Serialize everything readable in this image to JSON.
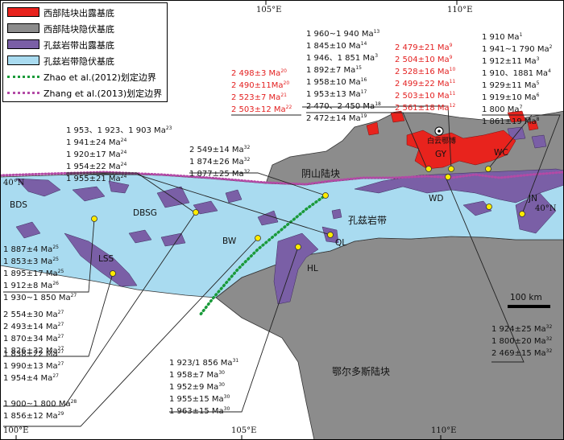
{
  "legend": [
    {
      "label": "西部陆块出露基底",
      "kind": "swatch",
      "color": "#e8231d"
    },
    {
      "label": "西部陆块隐伏基底",
      "kind": "swatch",
      "color": "#8c8c8c"
    },
    {
      "label": "孔兹岩带出露基底",
      "kind": "swatch",
      "color": "#7a5fa6"
    },
    {
      "label": "孔兹岩带隐伏基底",
      "kind": "swatch",
      "color": "#a9dbf0"
    },
    {
      "label": "Zhao et al.(2012)划定边界",
      "kind": "line",
      "color": "#1a9a3a"
    },
    {
      "label": "Zhang et al.(2013)划定边界",
      "kind": "line",
      "color": "#b34aa6"
    }
  ],
  "coords": {
    "top_105": "105°E",
    "top_110": "110°E",
    "bot_100": "100°E",
    "bot_105": "105°E",
    "bot_110": "110°E",
    "lat_left": "40°N",
    "lat_right": "40°N"
  },
  "regions": {
    "yinshan": "阴山陆块",
    "khondalite": "孔兹岩带",
    "ordos": "鄂尔多斯陆块",
    "baiyunebo": "白云鄂博"
  },
  "places": {
    "BDS": "BDS",
    "DBSG": "DBSG",
    "LSS": "LSS",
    "BW": "BW",
    "QL": "QL",
    "HL": "HL",
    "WD": "WD",
    "JN": "JN",
    "WC": "WC",
    "GY": "GY"
  },
  "scale": {
    "label": "100 km"
  },
  "ages": {
    "g13": [
      [
        "1 960~1 940 Ma",
        "13"
      ],
      [
        "1 845±10 Ma",
        "14"
      ],
      [
        "1 946、1 851 Ma",
        "3"
      ],
      [
        "1 892±7 Ma",
        "15"
      ],
      [
        "1 958±10 Ma",
        "16"
      ],
      [
        "1 953±13 Ma",
        "17"
      ],
      [
        "2 470、2 450 Ma",
        "18"
      ],
      [
        "2 472±14 Ma",
        "19"
      ]
    ],
    "g20": [
      [
        "2 498±3 Ma",
        "20"
      ],
      [
        "2 490±11Ma",
        "20"
      ],
      [
        "2 523±7 Ma",
        "21"
      ],
      [
        "2 503±12 Ma",
        "22"
      ]
    ],
    "g9": [
      [
        "2 479±21 Ma",
        "9"
      ],
      [
        "2 504±10 Ma",
        "9"
      ],
      [
        "2 528±16 Ma",
        "10"
      ],
      [
        "2 499±22 Ma",
        "11"
      ],
      [
        "2 503±10 Ma",
        "11"
      ],
      [
        "2 561±18 Ma",
        "12"
      ]
    ],
    "g1": [
      [
        "1 910 Ma",
        "1"
      ],
      [
        "1 941~1 790 Ma",
        "2"
      ],
      [
        "1 912±11 Ma",
        "3"
      ],
      [
        "1 910、1881 Ma",
        "4"
      ],
      [
        "1 929±11 Ma",
        "5"
      ],
      [
        "1 919±10 Ma",
        "6"
      ],
      [
        "1 800 Ma",
        "7"
      ],
      [
        "1 861±19 Ma",
        "8"
      ]
    ],
    "g23": [
      [
        "1 953、1 923、1 903 Ma",
        "23"
      ],
      [
        "1 941±24 Ma",
        "24"
      ],
      [
        "1 920±17 Ma",
        "24"
      ],
      [
        "1 954±22 Ma",
        "24"
      ],
      [
        "1 955±21 Ma",
        "24"
      ]
    ],
    "g32a": [
      [
        "2 549±14 Ma",
        "32"
      ],
      [
        "1 874±26 Ma",
        "32"
      ],
      [
        "1 877±25 Ma",
        "32"
      ]
    ],
    "g25": [
      [
        "1 887±4 Ma",
        "25"
      ],
      [
        "1 853±3 Ma",
        "25"
      ],
      [
        "1 895±17 Ma",
        "25"
      ],
      [
        "1 912±8 Ma",
        "26"
      ],
      [
        "1 930~1 850 Ma",
        "27"
      ]
    ],
    "g27": [
      [
        "2 554±30 Ma",
        "27"
      ],
      [
        "2 493±14 Ma",
        "27"
      ],
      [
        "1 870±34 Ma",
        "27"
      ],
      [
        "1 826±32 Ma",
        "27"
      ]
    ],
    "g27b": [
      [
        "1 838±22 Ma",
        "27"
      ],
      [
        "1 990±13 Ma",
        "27"
      ],
      [
        "1 954±4 Ma",
        "27"
      ]
    ],
    "g28": [
      [
        "1 900~1 800 Ma",
        "28"
      ],
      [
        "1 856±12 Ma",
        "29"
      ]
    ],
    "g31": [
      [
        "1 923/1 856 Ma",
        "31"
      ],
      [
        "1 958±7 Ma",
        "30"
      ],
      [
        "1 952±9 Ma",
        "30"
      ],
      [
        "1 955±15 Ma",
        "30"
      ],
      [
        "1 963±15 Ma",
        "30"
      ]
    ],
    "g32b": [
      [
        "1 924±25 Ma",
        "32"
      ],
      [
        "1 800±20 Ma",
        "32"
      ],
      [
        "2 469±15 Ma",
        "32"
      ]
    ]
  }
}
